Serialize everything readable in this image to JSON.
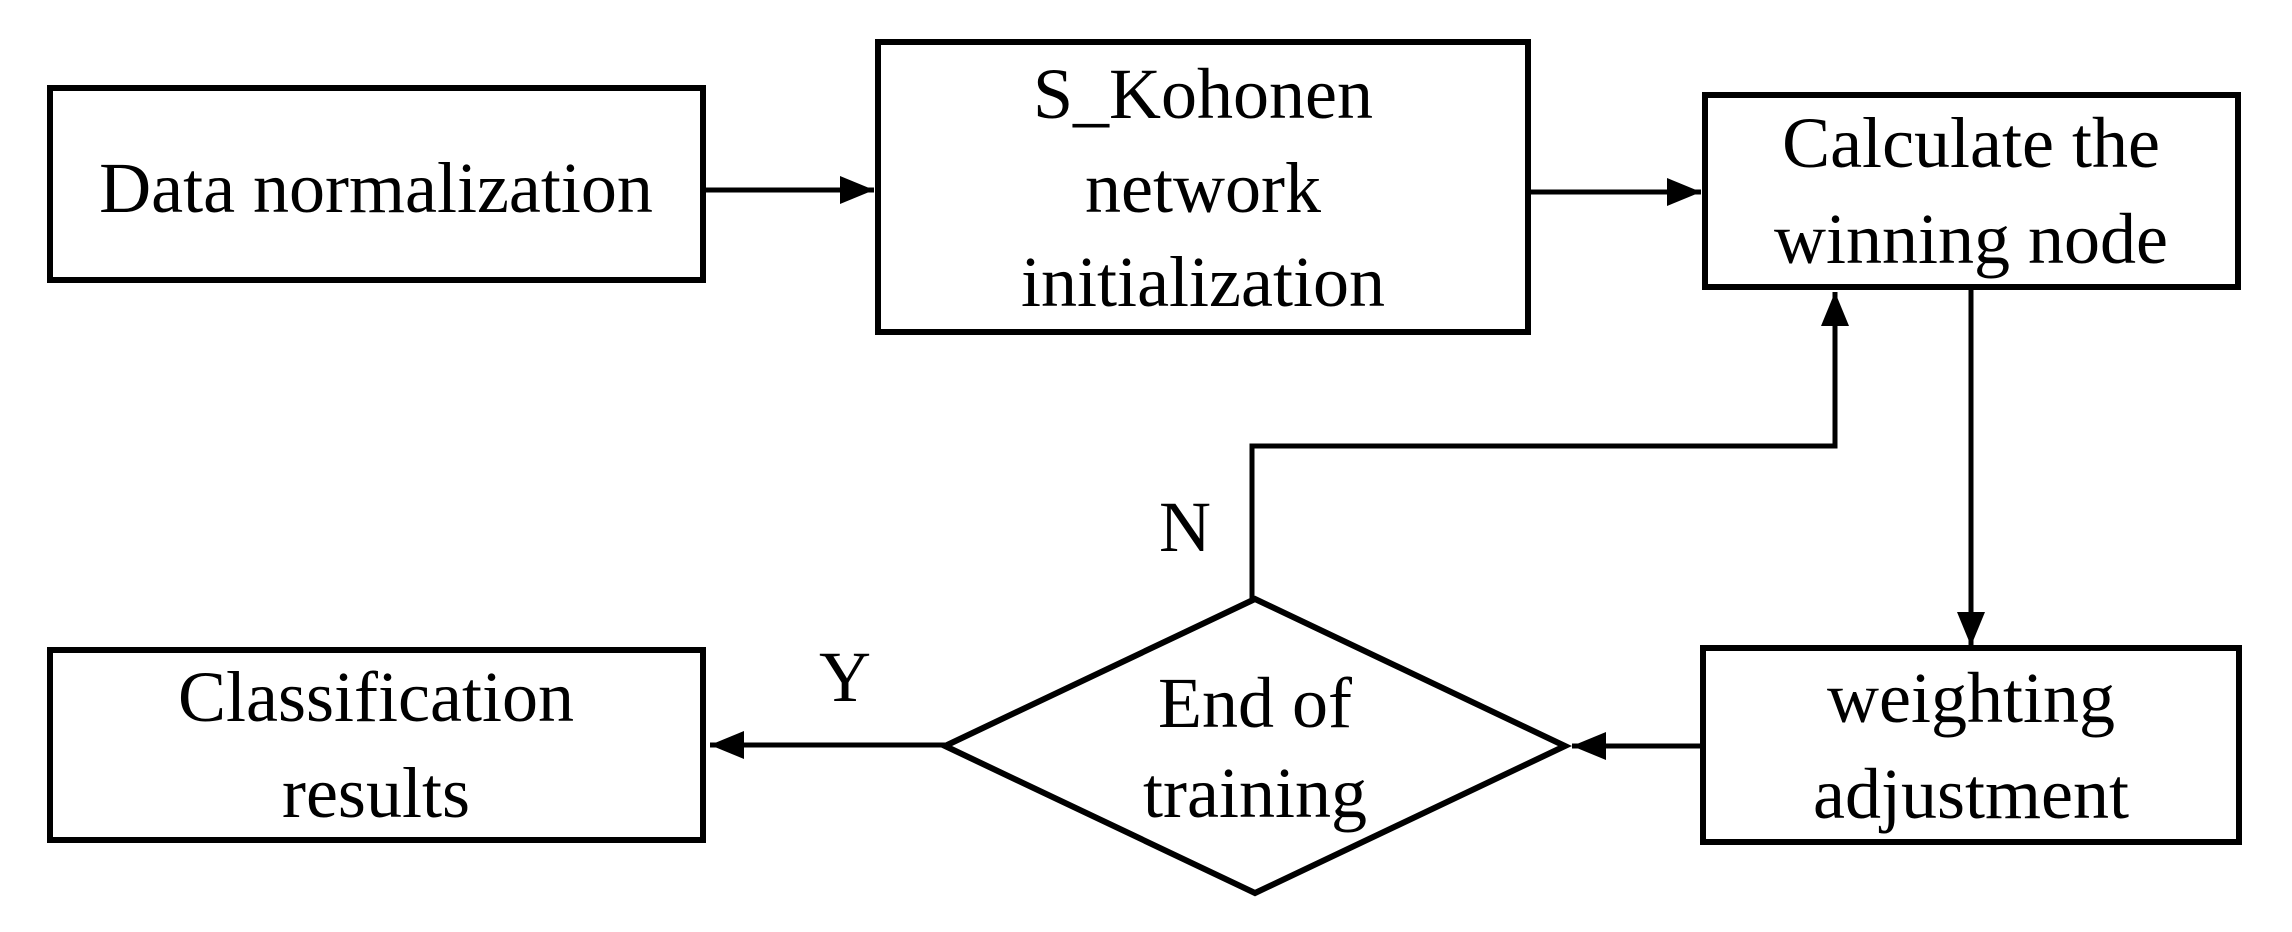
{
  "diagram": {
    "type": "flowchart",
    "colors": {
      "background": "#ffffff",
      "shape_fill": "#ffffff",
      "stroke": "#000000",
      "text": "#000000"
    },
    "nodes": {
      "data_normalization": {
        "shape": "rectangle",
        "lines": [
          "Data normalization"
        ]
      },
      "kohonen_init": {
        "shape": "rectangle",
        "lines": [
          "S_Kohonen",
          "network",
          "initialization"
        ]
      },
      "calculate_winning_node": {
        "shape": "rectangle",
        "lines": [
          "Calculate the",
          "winning node"
        ]
      },
      "weighting_adjustment": {
        "shape": "rectangle",
        "lines": [
          "weighting",
          "adjustment"
        ]
      },
      "end_of_training": {
        "shape": "diamond",
        "lines": [
          "End of",
          "training"
        ]
      },
      "classification_results": {
        "shape": "rectangle",
        "lines": [
          "Classification",
          "results"
        ]
      }
    },
    "edges": {
      "datanorm_to_kohonen": {
        "from": "data_normalization",
        "to": "kohonen_init",
        "label": ""
      },
      "kohonen_to_calculate": {
        "from": "kohonen_init",
        "to": "calculate_winning_node",
        "label": ""
      },
      "calculate_to_weighting": {
        "from": "calculate_winning_node",
        "to": "weighting_adjustment",
        "label": ""
      },
      "weighting_to_decision": {
        "from": "weighting_adjustment",
        "to": "end_of_training",
        "label": ""
      },
      "decision_to_classification": {
        "from": "end_of_training",
        "to": "classification_results",
        "label": "Y"
      },
      "decision_to_calculate": {
        "from": "end_of_training",
        "to": "calculate_winning_node",
        "label": "N"
      }
    },
    "edge_labels": {
      "yes": "Y",
      "no": "N"
    }
  }
}
